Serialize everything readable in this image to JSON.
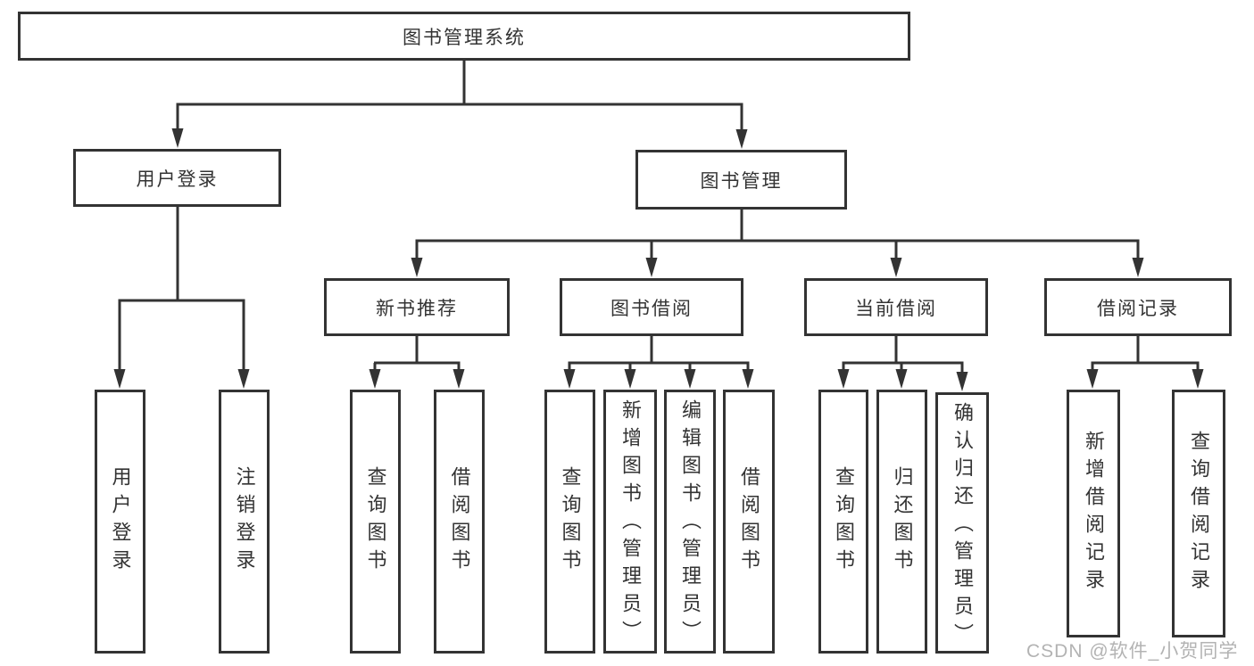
{
  "nodes": {
    "root": {
      "label": "图书管理系统"
    },
    "user_login": {
      "label": "用户登录"
    },
    "book_mgmt": {
      "label": "图书管理"
    },
    "new_book_rec": {
      "label": "新书推荐"
    },
    "book_borrow": {
      "label": "图书借阅"
    },
    "current_borrow": {
      "label": "当前借阅"
    },
    "borrow_records": {
      "label": "借阅记录"
    },
    "leaves": [
      {
        "label": "用户登录"
      },
      {
        "label": "注销登录"
      },
      {
        "label": "查询图书"
      },
      {
        "label": "借阅图书"
      },
      {
        "label": "查询图书"
      },
      {
        "label": "新增图书（管理员）"
      },
      {
        "label": "编辑图书（管理员）"
      },
      {
        "label": "借阅图书"
      },
      {
        "label": "查询图书"
      },
      {
        "label": "归还图书"
      },
      {
        "label": "确认归还（管理员）"
      },
      {
        "label": "新增借阅记录"
      },
      {
        "label": "查询借阅记录"
      }
    ]
  },
  "watermark": "CSDN @软件_小贺同学",
  "colors": {
    "line": "#333333",
    "text": "#333333",
    "background": "#ffffff",
    "watermark": "#b3b3b3"
  }
}
